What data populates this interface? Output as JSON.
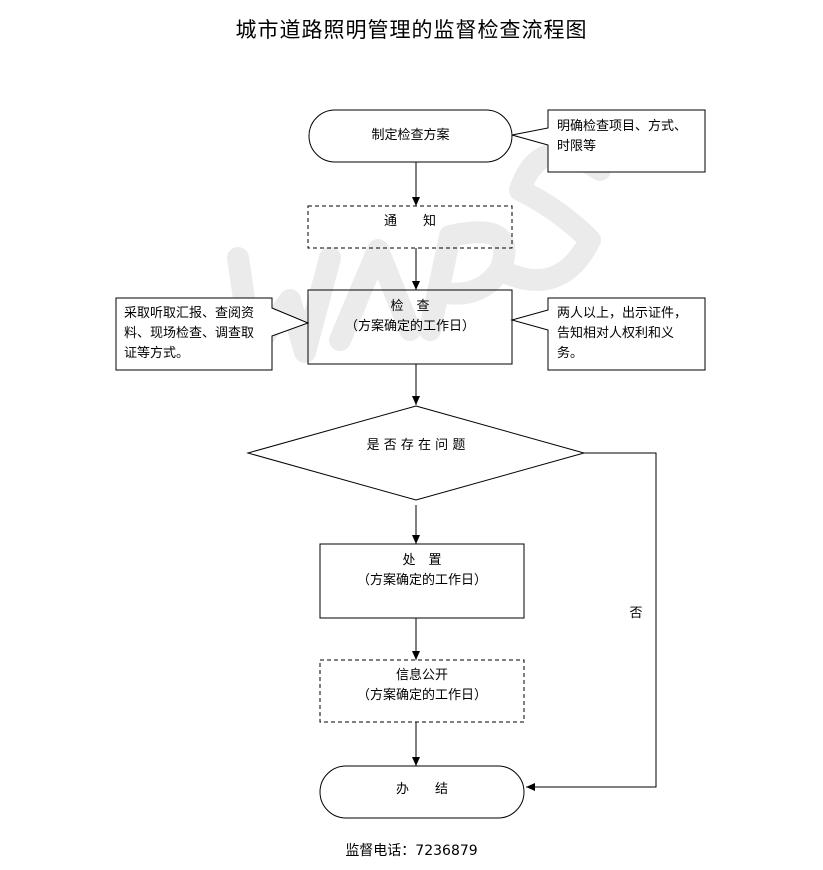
{
  "title": "城市道路照明管理的监督检查流程图",
  "footer": "监督电话：7236879",
  "nodes": {
    "plan": "制定检查方案",
    "notify": "通　　知",
    "inspect_title": "检　查",
    "inspect_sub": "（方案确定的工作日）",
    "decision": "是 否 存 在 问 题",
    "handle_title": "处　置",
    "handle_sub": "（方案确定的工作日）",
    "publish_title": "信息公开",
    "publish_sub": "（方案确定的工作日）",
    "finish": "办　　结"
  },
  "notes": {
    "plan_note": "明确检查项目、方式、时限等",
    "left_note": "采取听取汇报、查阅资料、现场检查、调查取证等方式。",
    "right_note": "两人以上，出示证件，告知相对人权利和义务。"
  },
  "edges": {
    "no_label": "否"
  },
  "colors": {
    "stroke": "#000000",
    "watermark": "#e6e6e6"
  }
}
